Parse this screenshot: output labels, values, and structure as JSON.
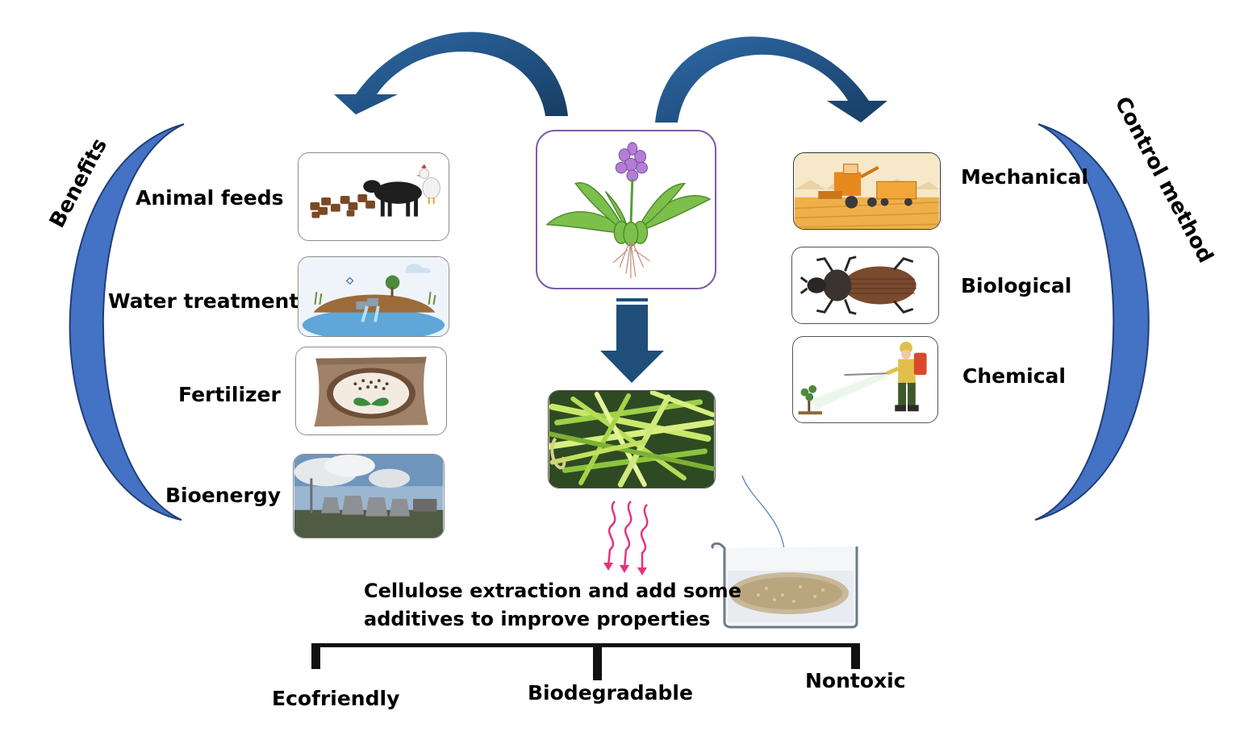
{
  "benefits": {
    "heading": "Benefits",
    "items": [
      {
        "label": "Animal feeds",
        "icon": "animal-feeds-icon"
      },
      {
        "label": "Water treatment",
        "icon": "water-treatment-icon"
      },
      {
        "label": "Fertilizer",
        "icon": "fertilizer-bag-icon"
      },
      {
        "label": "Bioenergy",
        "icon": "power-plant-icon"
      }
    ]
  },
  "control": {
    "heading": "Control method",
    "items": [
      {
        "label": "Mechanical",
        "icon": "harvester-icon"
      },
      {
        "label": "Biological",
        "icon": "beetle-icon"
      },
      {
        "label": "Chemical",
        "icon": "sprayer-icon"
      }
    ]
  },
  "center": {
    "plant_icon": "water-hyacinth-icon",
    "stems_icon": "plant-stems-icon",
    "heat_icon": "heat-waves-icon",
    "beaker_icon": "beaker-cellulose-icon",
    "process_line1": "Cellulose extraction and add some",
    "process_line2": "additives to improve properties"
  },
  "properties": [
    "Ecofriendly",
    "Biodegradable",
    "Nontoxic"
  ],
  "colors": {
    "arrow": "#1f4e79",
    "bracket": "#4472c4",
    "heat": "#e8327c",
    "plant_border": "#7b5ea7"
  }
}
